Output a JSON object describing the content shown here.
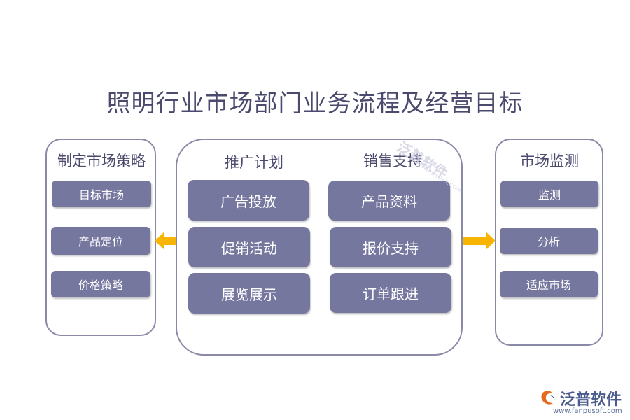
{
  "title": "照明行业市场部门业务流程及经营目标",
  "left_panel": {
    "heading": "制定市场策略",
    "items": [
      "目标市场",
      "产品定位",
      "价格策略"
    ]
  },
  "center_panel": {
    "left_heading": "推广计划",
    "right_heading": "销售支持",
    "left_items": [
      "广告投放",
      "促销活动",
      "展览展示"
    ],
    "right_items": [
      "产品资料",
      "报价支持",
      "订单跟进"
    ]
  },
  "right_panel": {
    "heading": "市场监测",
    "items": [
      "监测",
      "分析",
      "适应市场"
    ]
  },
  "watermark": {
    "text": "泛普软件",
    "sub": "FANPUSOFT.COM"
  },
  "logo": {
    "name": "泛普软件",
    "url": "www.fanpusoft.com"
  },
  "colors": {
    "box_fill": "#76779f",
    "panel_border": "#8a8aa8",
    "arrow": "#f7b400",
    "title": "#4a4a6e"
  },
  "icons": [
    "arrow-left-icon",
    "arrow-right-icon",
    "fanpu-logo-icon"
  ]
}
